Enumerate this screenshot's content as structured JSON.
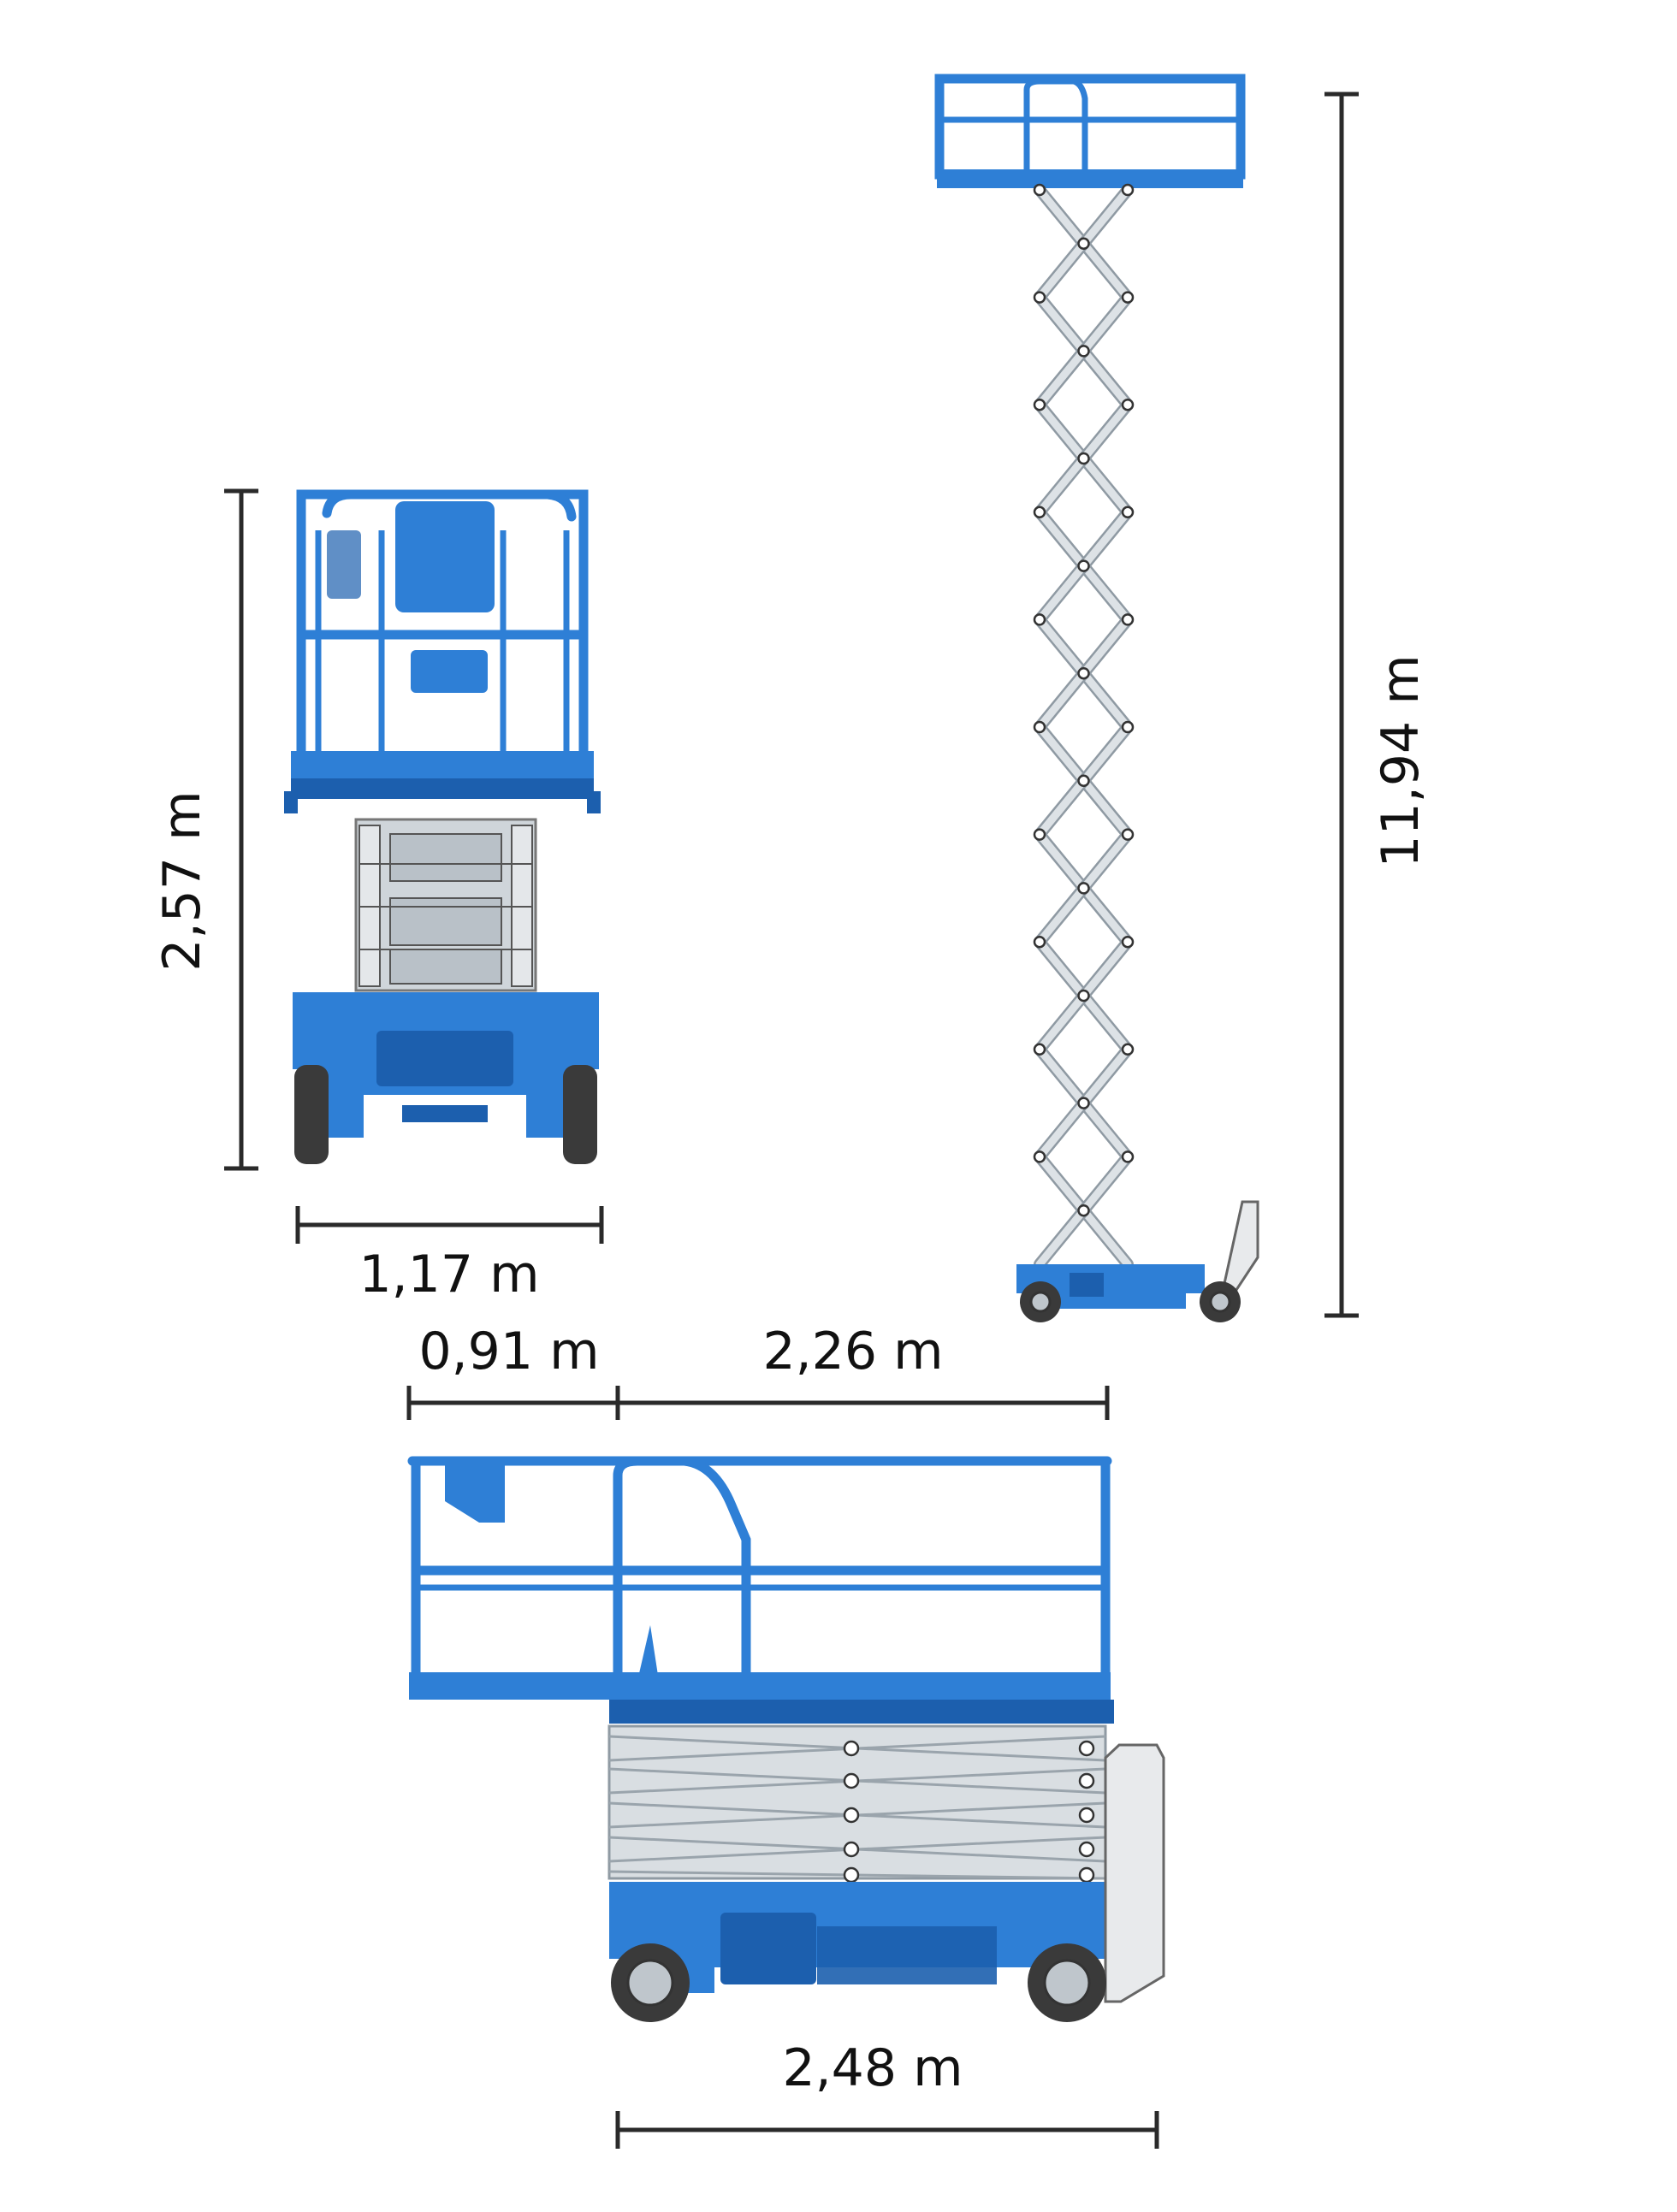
{
  "dimensions": {
    "front_height": "2,57 m",
    "front_width": "1,17 m",
    "extended_height": "11,94 m",
    "platform_extension": "0,91 m",
    "platform_length": "2,26 m",
    "overall_length": "2,48 m"
  },
  "colors": {
    "machine_blue": "#2e7fd6",
    "scissor_grey": "#d9dee2",
    "dimension_line": "#2a2a2a"
  }
}
